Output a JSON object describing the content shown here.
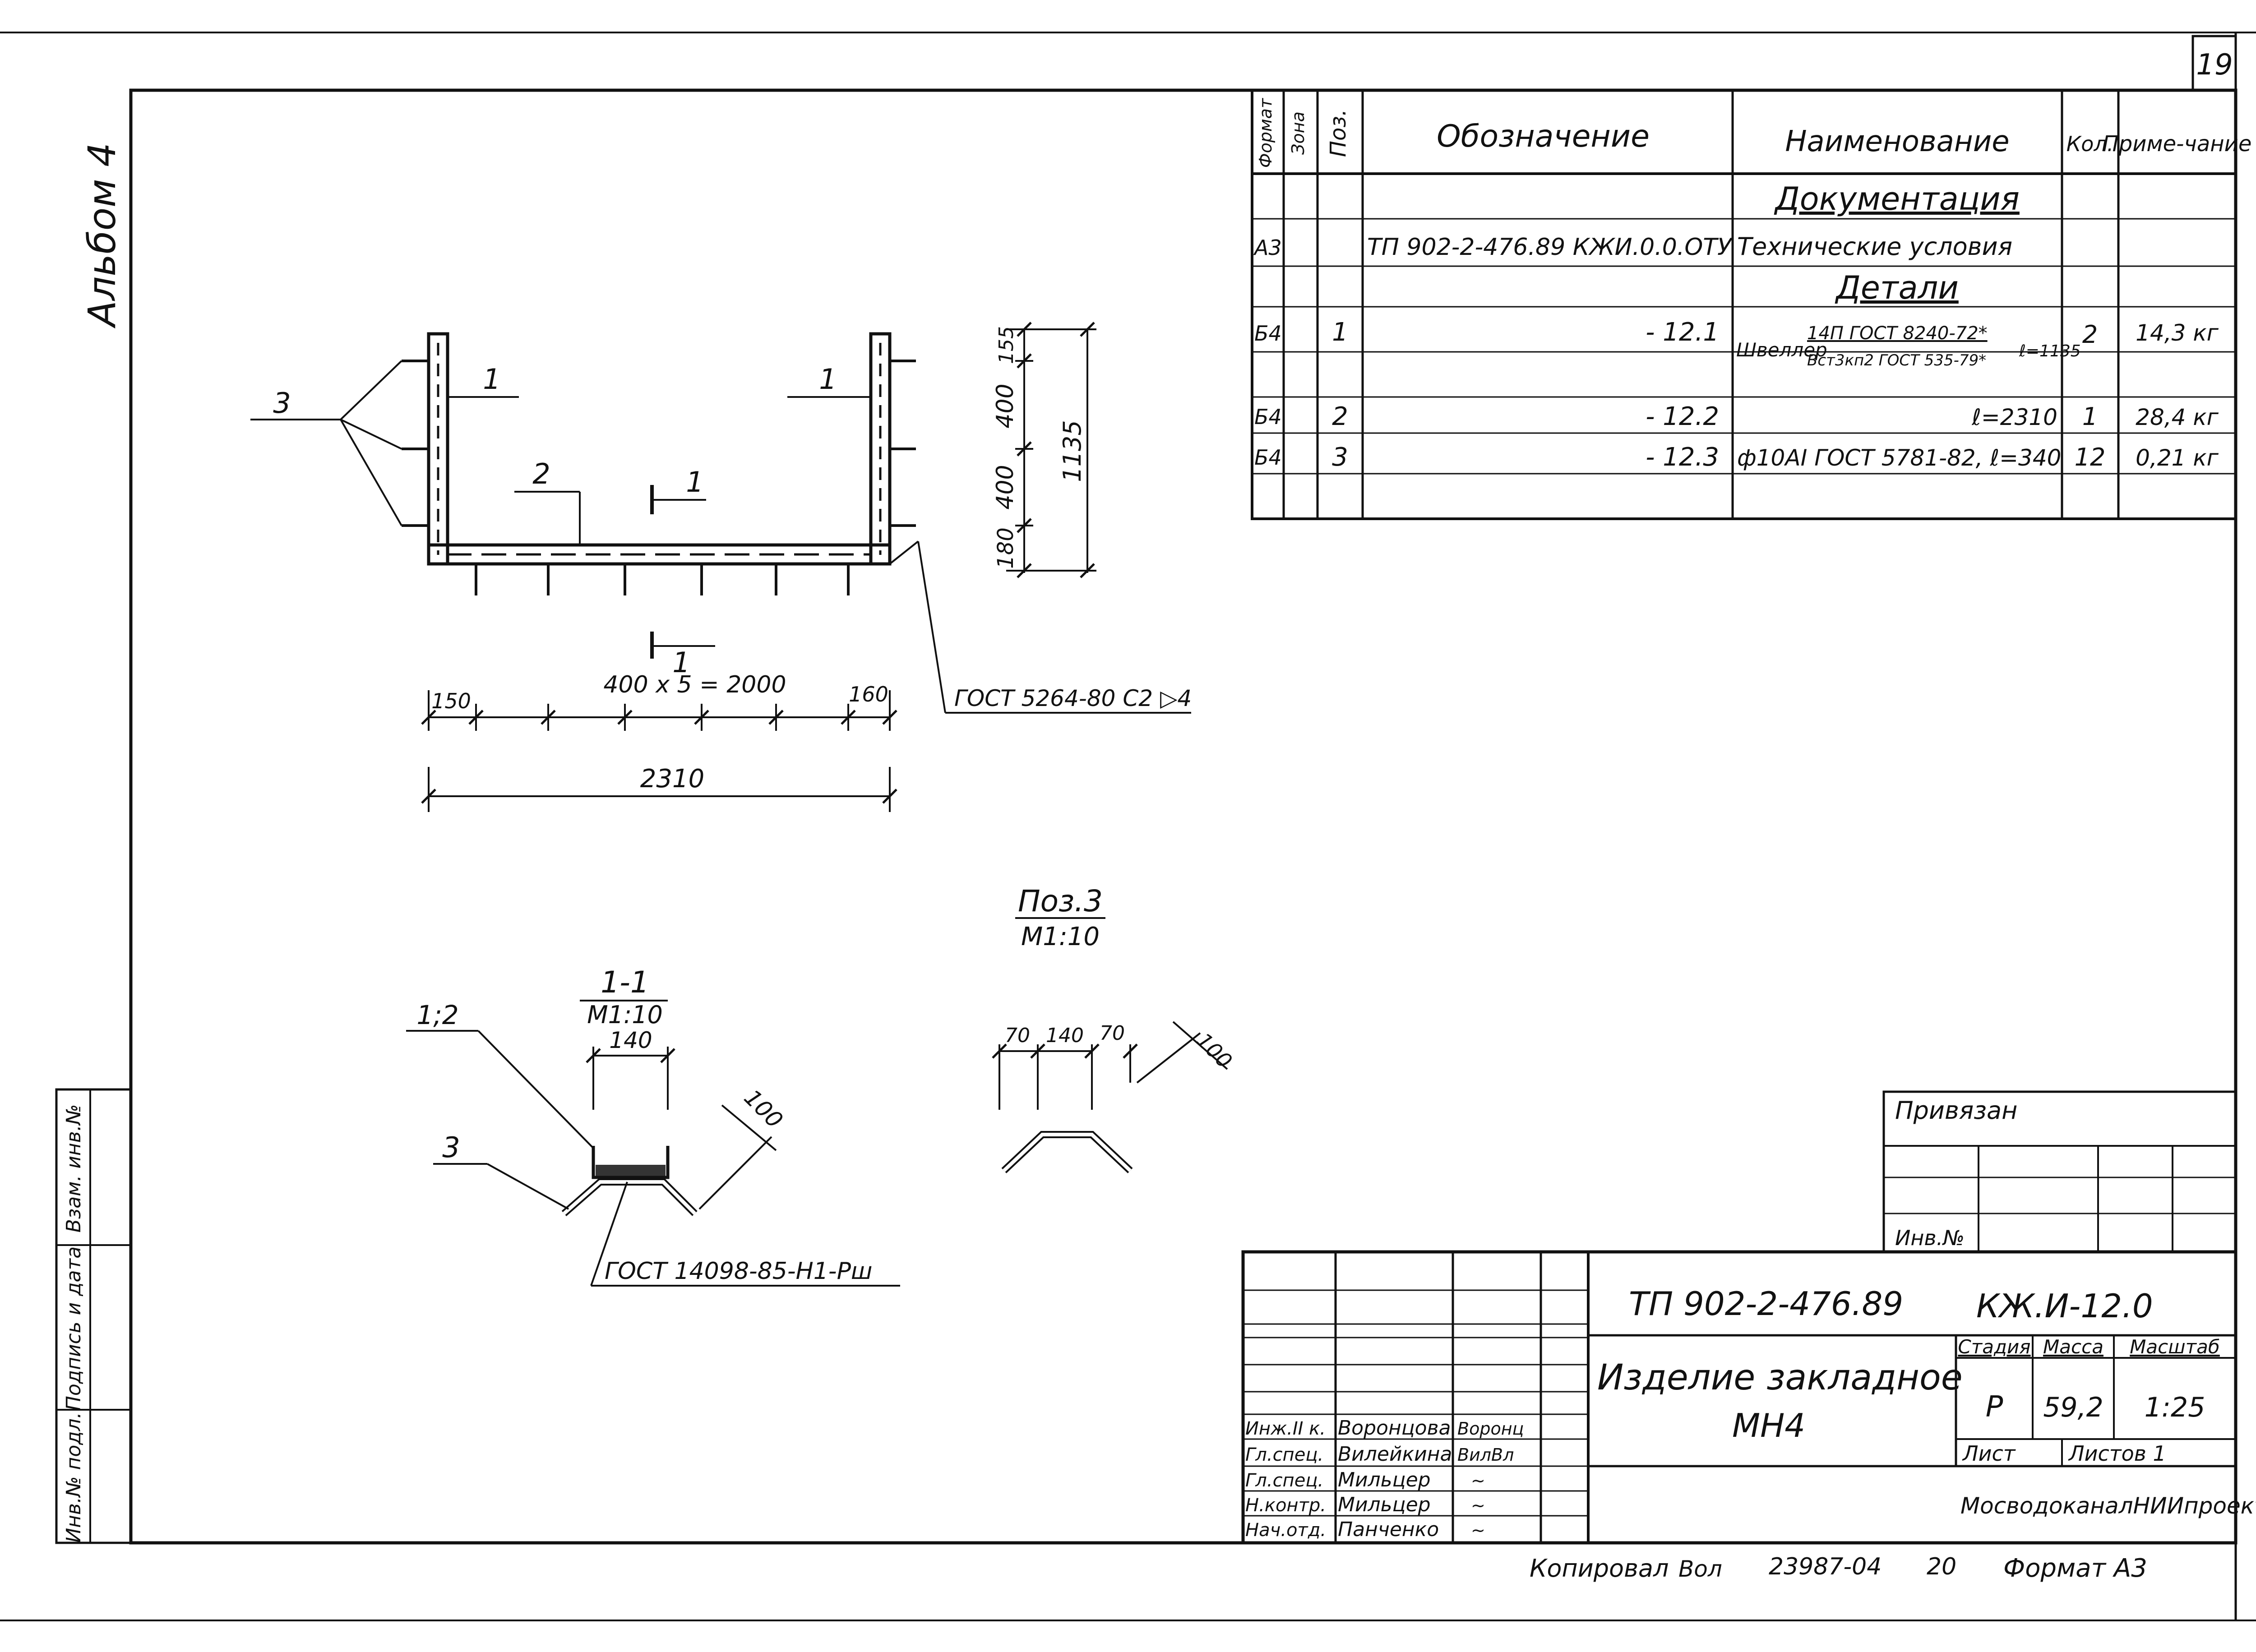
{
  "sheet": {
    "page_number": "19",
    "album": "Альбом 4",
    "format": "Формат А3",
    "copied_by": "Копировал",
    "copied_sign": "Вол",
    "doc_number": "23987-04",
    "sheet_index": "20"
  },
  "spec_table": {
    "headers": {
      "format": "Формат",
      "zone": "Зона",
      "pos": "Поз.",
      "designation": "Обозначение",
      "name": "Наименование",
      "qty": "Кол.",
      "note": "Приме-чание"
    },
    "sections": {
      "documentation": "Документация",
      "details": "Детали"
    },
    "doc_row": {
      "format": "А3",
      "designation": "ТП 902-2-476.89 КЖИ.0.0.ОТУ",
      "name": "Технические условия"
    },
    "rows": [
      {
        "format": "Б4",
        "pos": "1",
        "designation": "- 12.1",
        "name_prefix": "Швеллер",
        "name_top": "14П ГОСТ 8240-72*",
        "name_bottom": "Вст3кп2 ГОСТ 535-79*",
        "name_len": "ℓ=1135",
        "qty": "2",
        "note": "14,3 кг"
      },
      {
        "format": "Б4",
        "pos": "2",
        "designation": "- 12.2",
        "name": "ℓ=2310",
        "qty": "1",
        "note": "28,4 кг"
      },
      {
        "format": "Б4",
        "pos": "3",
        "designation": "- 12.3",
        "name": "ф10АI ГОСТ 5781-82, ℓ=340",
        "qty": "12",
        "note": "0,21 кг"
      }
    ]
  },
  "main_view": {
    "pos_labels": [
      "3",
      "1",
      "1",
      "2"
    ],
    "section_mark": "1",
    "dims_vertical": [
      "155",
      "400",
      "400",
      "180",
      "1135"
    ],
    "dim_top": "400 x 5 = 2000",
    "dim_left": "150",
    "dim_right": "160",
    "dim_total": "2310",
    "weld_note": "ГОСТ 5264-80 С2 ▷4"
  },
  "section_view": {
    "title": "1-1",
    "scale": "М1:10",
    "label_a": "1;2",
    "label_b": "3",
    "dim_width": "140",
    "dim_leg": "100",
    "weld_note": "ГОСТ 14098-85-Н1-Рш"
  },
  "pos3_view": {
    "title": "Поз.3",
    "scale": "М1:10",
    "dims": [
      "70",
      "140",
      "70"
    ],
    "dim_leg": "100"
  },
  "binding": {
    "label": "Привязан",
    "inv": "Инв.№"
  },
  "left_strip": {
    "inv_orig": "Инв.№ подл.",
    "sign_date": "Подпись и дата",
    "replace_inv": "Взам. инв.№"
  },
  "title_block": {
    "project_code": "ТП 902-2-476.89",
    "sheet_code": "КЖ.И-12.0",
    "title_line1": "Изделие закладное",
    "title_line2": "МН4",
    "stage_label": "Стадия",
    "mass_label": "Масса",
    "scale_label": "Масштаб",
    "stage": "Р",
    "mass": "59,2",
    "scale": "1:25",
    "sheet_label": "Лист",
    "sheets_label": "Листов 1",
    "org": "МосводоканалНИИпроект",
    "staff": [
      {
        "role": "Инж.II к.",
        "name": "Воронцова",
        "sign": "Воронц"
      },
      {
        "role": "Гл.спец.",
        "name": "Вилейкина",
        "sign": "ВилВл"
      },
      {
        "role": "Гл.спец.",
        "name": "Мильцер",
        "sign": "~"
      },
      {
        "role": "Н.контр.",
        "name": "Мильцер",
        "sign": "~"
      },
      {
        "role": "Нач.отд.",
        "name": "Панченко",
        "sign": "~"
      }
    ]
  }
}
